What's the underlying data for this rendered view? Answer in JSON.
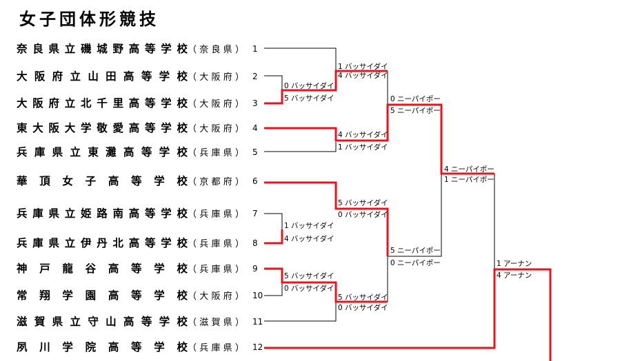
{
  "title": "女子団体形競技",
  "colors": {
    "winner_line": "#e8141e",
    "plain_line": "#000000"
  },
  "teams": [
    {
      "seed": "1",
      "school": "奈良県立磯城野高等学校",
      "pref": "（奈良県）"
    },
    {
      "seed": "2",
      "school": "大阪府立山田高等学校",
      "pref": "（大阪府）"
    },
    {
      "seed": "3",
      "school": "大阪府立北千里高等学校",
      "pref": "（大阪府）"
    },
    {
      "seed": "4",
      "school": "東大阪大学敬愛高等学校",
      "pref": "（大阪府）"
    },
    {
      "seed": "5",
      "school": "兵庫県立東灘高等学校",
      "pref": "（兵庫県）"
    },
    {
      "seed": "6",
      "school": "華頂女子高等学校",
      "pref": "（京都府）"
    },
    {
      "seed": "7",
      "school": "兵庫県立姫路南高等学校",
      "pref": "（兵庫県）"
    },
    {
      "seed": "8",
      "school": "兵庫県立伊丹北高等学校",
      "pref": "（兵庫県）"
    },
    {
      "seed": "9",
      "school": "神戸龍谷高等学校",
      "pref": "（兵庫県）"
    },
    {
      "seed": "10",
      "school": "常翔学園高等学校",
      "pref": "（大阪府）"
    },
    {
      "seed": "11",
      "school": "滋賀県立守山高等学校",
      "pref": "（滋賀県）"
    },
    {
      "seed": "12",
      "school": "夙川学院高等学校",
      "pref": "（兵庫県）"
    }
  ],
  "scores": {
    "r1_2v3_top": "0 バッサイダイ",
    "r1_2v3_bot": "5 バッサイダイ",
    "r2_1vW_top": "1 バッサイダイ",
    "r2_1vW_bot": "4 バッサイダイ",
    "r2_4v5_top": "4 バッサイダイ",
    "r2_4v5_bot": "1 バッサイダイ",
    "r1_7v8_top": "1 バッサイダイ",
    "r1_7v8_bot": "4 バッサイダイ",
    "r2_6vW_top": "5 バッサイダイ",
    "r2_6vW_bot": "0 バッサイダイ",
    "r1_9v10_top": "5 バッサイダイ",
    "r1_9v10_bot": "0 バッサイダイ",
    "r2_Wv11_top": "5 バッサイダイ",
    "r2_Wv11_bot": "0 バッサイダイ",
    "qf_A_top": "0 ニーパイポー",
    "qf_A_bot": "5 ニーパイポー",
    "qf_B_top": "5 ニーパイポー",
    "qf_B_bot": "0 ニーパイポー",
    "sf_top": "4 ニーパイポー",
    "sf_bot": "1 ニーパイポー",
    "final_top": "1 アーナン",
    "final_bot": "4 アーナン"
  }
}
